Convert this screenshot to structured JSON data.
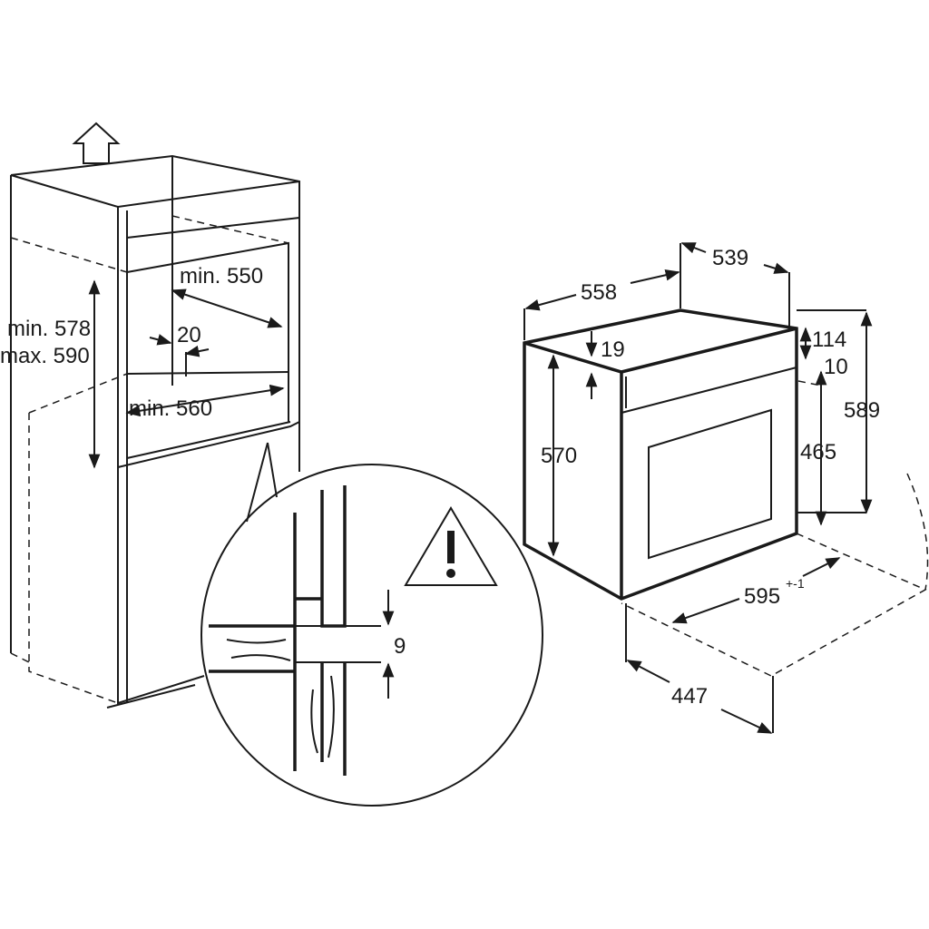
{
  "cabinet": {
    "min_width_top": "min. 550",
    "gap": "20",
    "height_min": "min. 578",
    "height_max": "max. 590",
    "min_width_bottom": "min. 560"
  },
  "detail": {
    "gap": "9"
  },
  "oven": {
    "depth_total": "558",
    "depth_body": "539",
    "top_offset": "19",
    "panel_height": "114",
    "panel_gap": "10",
    "body_height": "570",
    "door_height": "465",
    "total_height": "589",
    "width": "595",
    "width_tolerance": "+-1",
    "door_open_depth": "447"
  }
}
